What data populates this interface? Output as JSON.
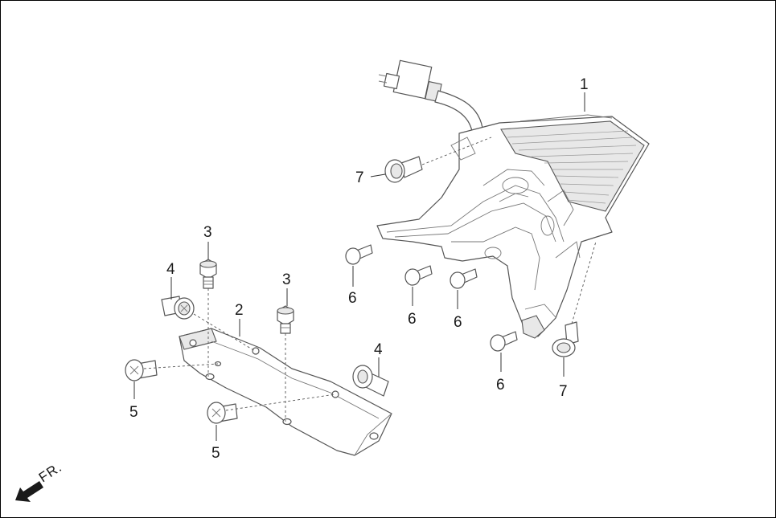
{
  "callouts": {
    "tail_light": "1",
    "bracket": "2",
    "bolt_3_left": "3",
    "bolt_3_right": "3",
    "bolt_4_left": "4",
    "bolt_4_right": "4",
    "screw_5_left": "5",
    "screw_5_bottom": "5",
    "screw_6_a": "6",
    "screw_6_b": "6",
    "screw_6_c": "6",
    "screw_6_d": "6",
    "screw_7_top": "7",
    "screw_7_bottom": "7"
  },
  "direction_indicator": {
    "label": "FR."
  }
}
